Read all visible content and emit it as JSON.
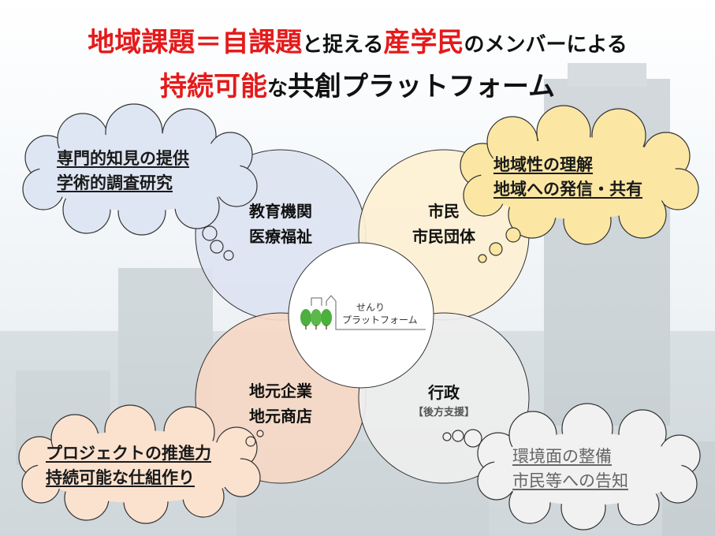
{
  "title": {
    "line1": {
      "p1": "地域課題＝自課題",
      "p2": "と捉える",
      "p3": "産学民",
      "p4": "のメンバーによる"
    },
    "line2": {
      "p1": "持続可能",
      "p2": "な",
      "p3": "共創プラットフォーム"
    }
  },
  "circles": {
    "education": {
      "line1": "教育機関",
      "line2": "医療福祉"
    },
    "citizens": {
      "line1": "市民",
      "line2": "市民団体"
    },
    "business": {
      "line1": "地元企業",
      "line2": "地元商店"
    },
    "government": {
      "line1": "行政",
      "sub": "【後方支援】"
    }
  },
  "logo": {
    "line1": "せんり",
    "line2": "プラットフォーム"
  },
  "clouds": {
    "top_left": {
      "line1": "専門的知見の提供",
      "line2": "学術的調査研究"
    },
    "top_right": {
      "line1": "地域性の理解",
      "line2": "地域への発信・共有"
    },
    "bottom_left": {
      "line1": "プロジェクトの推進力",
      "line2": "持続可能な仕組作り"
    },
    "bottom_right": {
      "line1": "環境面の整備",
      "line2": "市民等への告知"
    }
  },
  "colors": {
    "accent_red": "#e51a1a",
    "education_fill": "#dde3f1",
    "citizens_fill": "#fdf0d2",
    "business_fill": "#f6d8c6",
    "government_fill": "#eeeeee",
    "cloud_blue": "#dfe6f3",
    "cloud_yellow": "#fbe7a3",
    "cloud_orange": "#fbe2cf",
    "cloud_gray": "#f1f1f1"
  }
}
